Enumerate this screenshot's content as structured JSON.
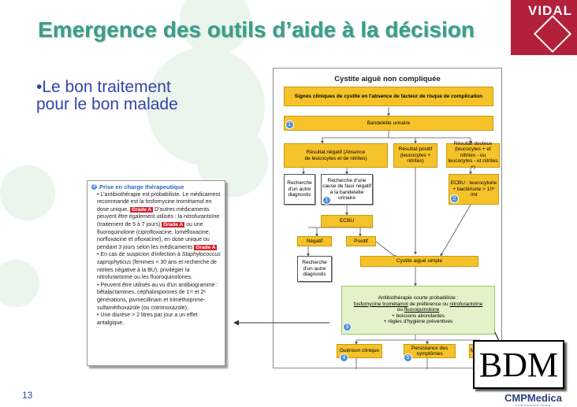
{
  "slide": {
    "title": "Emergence des outils d’aide à la décision",
    "bullet": "•Le bon traitement pour le bon malade",
    "page_number": "13",
    "brand_top": "VIDAL",
    "brand_bottom": "CMPMedica",
    "brand_bottom_sub": "Limited Business Medica",
    "bdm_label": "BDM"
  },
  "flowchart": {
    "title": "Cystite aiguë non compliquée",
    "signs": "Signes cliniques de cystite en l'absence de facteur de risque de complication",
    "bandelette": "Bandelette urinaire",
    "negatif": "Résultat négatif (Absence de leucocytes et de nitrites)",
    "positif": "Résultat positif (leucocytes + nitrites)",
    "douteux": "Résultat douteux (leucocytes + et nitrites - ou leucocytes - et nitrites +)",
    "recherche_autre_1": "Recherche d'un autre diagnostic",
    "faux_negatif": "Recherche d'une cause de faux négatif à la bandelette urinaire",
    "ecbu_douteux": "ECBU : leucocyturie + bactériurie > 10⁵ /ml",
    "ecbu": "ECBU",
    "ecbu_negatif": "Négatif",
    "ecbu_positif": "Positif",
    "recherche_autre_2": "Recherche d'un autre diagnostic",
    "cystite_simple": "Cystite aiguë simple",
    "antibio_line1": "Antibiothérapie courte probabiliste :",
    "antibio_line2_a": "fosfomycine trométamol",
    "antibio_line2_b": " de préférence ou ",
    "antibio_line2_c": "nitrofurantoïne",
    "antibio_line3_a": "ou ",
    "antibio_line3_b": "fluoroquinolone",
    "antibio_line4": "+ boissons abondantes",
    "antibio_line5": "+ règles d'hygiène préventives",
    "guerison": "Guérison clinique",
    "persistance": "Persistance des symptômes",
    "fourth": "M",
    "markers": [
      "1",
      "1",
      "2",
      "3",
      "4",
      "5"
    ]
  },
  "sidebar": {
    "heading_num": "3",
    "heading": "Prise en charge thérapeutique",
    "p1_a": "• L'antibiothérapie est probabiliste. Le médicament recommandé est la fosfomycine trométamol en dose unique.",
    "grade_a": "Grade A",
    "p1_b": " D'autres médicaments peuvent être également utilisés : la nitrofurantoïne (traitement de 5 à 7 jours) ",
    "p1_c": " ou une fluoroquinolone (ciprofloxacine, loméfloxacine, norfloxacine et ofloxacine), en dose unique ou pendant 3 jours selon les médicaments ",
    "p2_a": "• En cas de suspicion d'infection à ",
    "p2_species": "Staphylococcus saprophyticus",
    "p2_b": " (femmes < 30 ans et recherche de nitrites négative à la BU), privilégier la nitrofurantoïne ou les fluoroquinolones.",
    "p3": "• Peuvent être utilisés au vu d'un antibiogramme : bêtalactamines, céphalosporines de 1ʳᵉ et 2ᵉ générations, pivmecillinam et triméthoprime-sulfaméthoxazole (ou cotrimoxazole).",
    "p4": "• Une diurèse > 2 litres par jour a un effet antalgique."
  },
  "colors": {
    "title": "#3a9e88",
    "bullet": "#3344aa",
    "yellow_box": "#f5c22a",
    "green_box": "#e3f2c8",
    "logo_red": "#b3203a",
    "grade_red": "#d5232c",
    "marker_blue": "#4d8fd6"
  }
}
